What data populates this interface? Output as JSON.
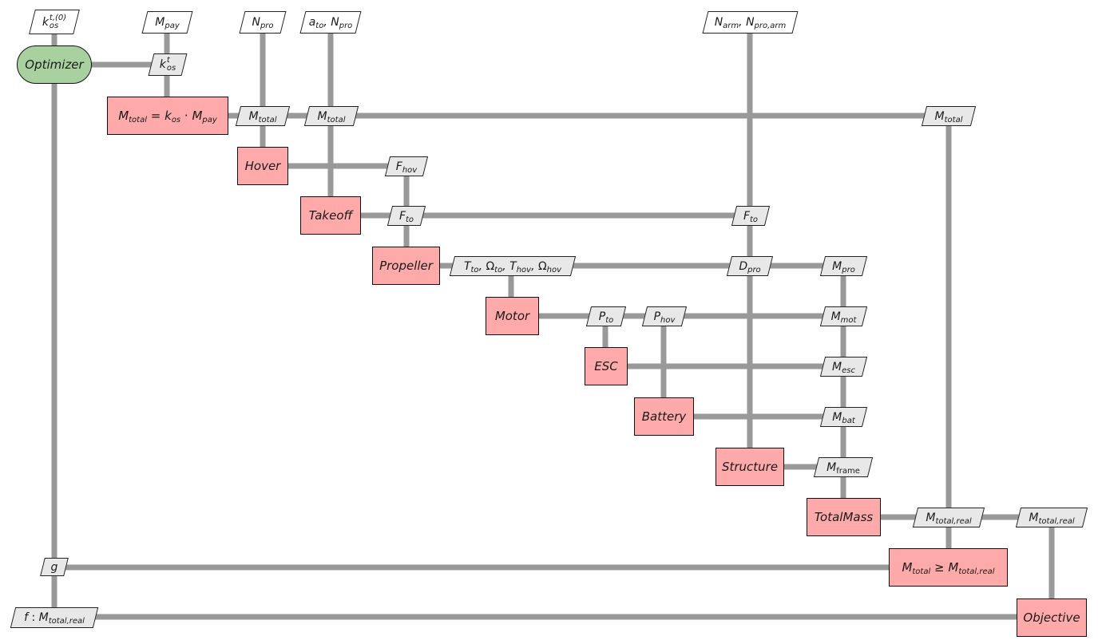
{
  "diagram": {
    "type": "XDSM",
    "title": "",
    "colors": {
      "component_fill": "#ffaaaa",
      "optimizer_fill": "#a9d1a0",
      "data_fill": "#e8e8e8",
      "input_fill": "#ffffff",
      "wire": "#999999",
      "border": "#111111"
    },
    "optimizer": {
      "label": "Optimizer"
    },
    "components": {
      "total_mass_guess": {
        "base": "M",
        "sub": "total",
        "eq": " = ",
        "k": "k",
        "ksub": "os",
        "dot": " · ",
        "m2": "M",
        "m2sub": "pay"
      },
      "hover": {
        "label": "Hover"
      },
      "takeoff": {
        "label": "Takeoff"
      },
      "propeller": {
        "label": "Propeller"
      },
      "motor": {
        "label": "Motor"
      },
      "esc": {
        "label": "ESC"
      },
      "battery": {
        "label": "Battery"
      },
      "structure": {
        "label": "Structure"
      },
      "totalmass": {
        "label": "TotalMass"
      },
      "constraint": {
        "m1": "M",
        "m1sub": "total",
        "op": " ≥ ",
        "m2": "M",
        "m2sub": "total,real"
      },
      "objective": {
        "label": "Objective"
      }
    },
    "inputs": {
      "kos0": {
        "base": "k",
        "sup": "t,(0)",
        "sub": "os"
      },
      "mpay": {
        "base": "M",
        "sub": "pay"
      },
      "npro": {
        "base": "N",
        "sub": "pro"
      },
      "ato_npro": {
        "a": "a",
        "asub": "to",
        "sep": ", ",
        "n": "N",
        "nsub": "pro"
      },
      "narm": {
        "a": "N",
        "asub": "arm",
        "sep": ", ",
        "n": "N",
        "nsub": "pro,arm"
      }
    },
    "data": {
      "kos": {
        "base": "k",
        "sup": "t",
        "sub": "os"
      },
      "mtotal_hover": {
        "base": "M",
        "sub": "total"
      },
      "mtotal_takeoff": {
        "base": "M",
        "sub": "total"
      },
      "mtotal_right": {
        "base": "M",
        "sub": "total"
      },
      "fhov": {
        "base": "F",
        "sub": "hov"
      },
      "fto_prop": {
        "base": "F",
        "sub": "to"
      },
      "fto_struct": {
        "base": "F",
        "sub": "to"
      },
      "thrust_omega": {
        "t1": "T",
        "t1sub": "to",
        "o1": "Ω",
        "o1sub": "to",
        "t2": "T",
        "t2sub": "hov",
        "o2": "Ω",
        "o2sub": "hov",
        "sep": ", "
      },
      "dpro": {
        "base": "D",
        "sub": "pro"
      },
      "mpro": {
        "base": "M",
        "sub": "pro"
      },
      "pto": {
        "base": "P",
        "sub": "to"
      },
      "phov": {
        "base": "P",
        "sub": "hov"
      },
      "mmot": {
        "base": "M",
        "sub": "mot"
      },
      "mesc": {
        "base": "M",
        "sub": "esc"
      },
      "mbat": {
        "base": "M",
        "sub": "bat"
      },
      "mframe": {
        "base": "M",
        "sub": "frame"
      },
      "mtotalreal_con": {
        "base": "M",
        "sub": "total,real"
      },
      "mtotalreal_obj": {
        "base": "M",
        "sub": "total,real"
      },
      "g": {
        "base": "g"
      },
      "f": {
        "base": "f",
        "sep": " : ",
        "m": "M",
        "msub": "total,real"
      }
    }
  }
}
